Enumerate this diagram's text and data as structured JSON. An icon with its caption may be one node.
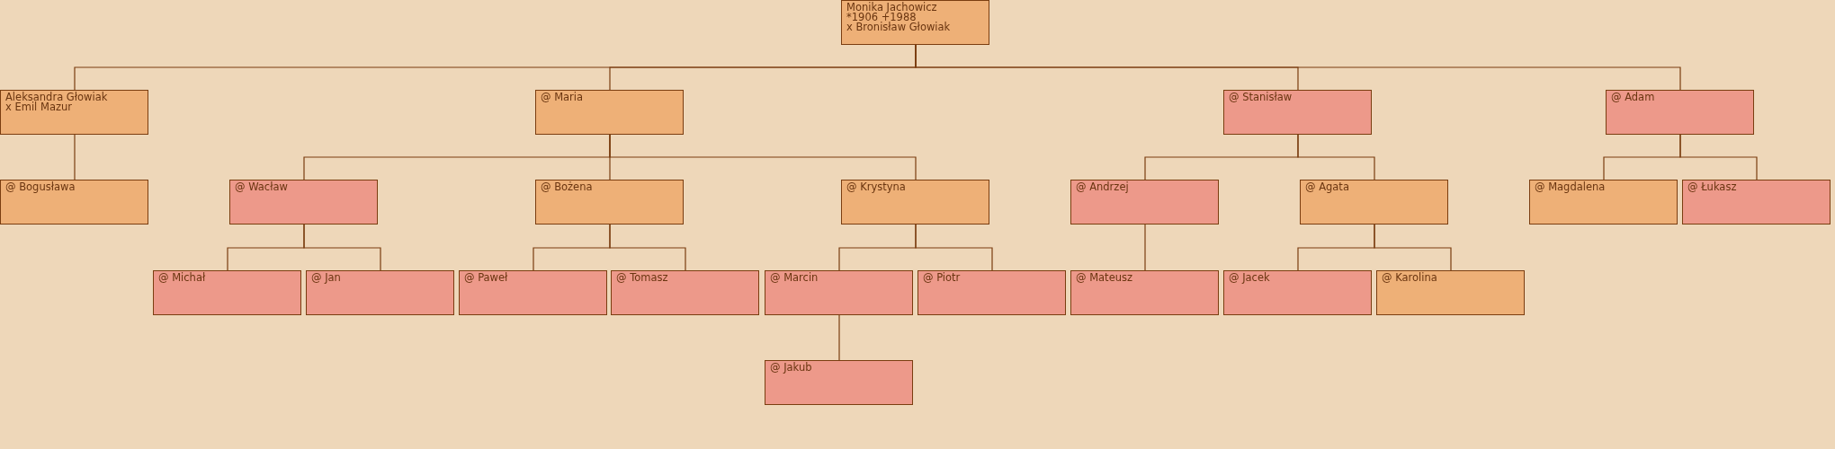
{
  "diagram": {
    "nodes": [
      {
        "text": [
          "Monika Jachowicz",
          "*1906 +1988",
          "x Bronisław Głowiak"
        ]
      },
      {
        "text": [
          "Aleksandra Głowiak",
          "x Emil Mazur"
        ]
      },
      {
        "text": [
          "@ Maria"
        ]
      },
      {
        "text": [
          "@ Stanisław"
        ]
      },
      {
        "text": [
          "@ Adam"
        ]
      },
      {
        "text": [
          "@ Bogusława"
        ]
      },
      {
        "text": [
          "@ Wacław"
        ]
      },
      {
        "text": [
          "@ Bożena"
        ]
      },
      {
        "text": [
          "@ Krystyna"
        ]
      },
      {
        "text": [
          "@ Andrzej"
        ]
      },
      {
        "text": [
          "@ Agata"
        ]
      },
      {
        "text": [
          "@ Magdalena"
        ]
      },
      {
        "text": [
          "@ Łukasz"
        ]
      },
      {
        "text": [
          "@ Michał"
        ]
      },
      {
        "text": [
          "@ Jan"
        ]
      },
      {
        "text": [
          "@ Paweł"
        ]
      },
      {
        "text": [
          "@ Tomasz"
        ]
      },
      {
        "text": [
          "@ Marcin"
        ]
      },
      {
        "text": [
          "@ Piotr"
        ]
      },
      {
        "text": [
          "@ Mateusz"
        ]
      },
      {
        "text": [
          "@ Jacek"
        ]
      },
      {
        "text": [
          "@ Karolina"
        ]
      },
      {
        "text": [
          "@ Jakub"
        ]
      }
    ],
    "edges": [
      {
        "from": 0,
        "to": 1,
        "arrow": "none"
      },
      {
        "from": 0,
        "to": 2,
        "arrow": "none"
      },
      {
        "from": 0,
        "to": 3,
        "arrow": "none"
      },
      {
        "from": 0,
        "to": 4,
        "arrow": "none"
      },
      {
        "from": 1,
        "to": 5,
        "arrow": "none"
      },
      {
        "from": 2,
        "to": 6,
        "arrow": "none"
      },
      {
        "from": 2,
        "to": 7,
        "arrow": "none"
      },
      {
        "from": 2,
        "to": 8,
        "arrow": "none"
      },
      {
        "from": 3,
        "to": 9,
        "arrow": "none"
      },
      {
        "from": 3,
        "to": 10,
        "arrow": "none"
      },
      {
        "from": 4,
        "to": 11,
        "arrow": "none"
      },
      {
        "from": 4,
        "to": 12,
        "arrow": "none"
      },
      {
        "from": 6,
        "to": 13,
        "arrow": "none"
      },
      {
        "from": 6,
        "to": 14,
        "arrow": "none"
      },
      {
        "from": 7,
        "to": 15,
        "arrow": "none"
      },
      {
        "from": 7,
        "to": 16,
        "arrow": "none"
      },
      {
        "from": 8,
        "to": 17,
        "arrow": "none"
      },
      {
        "from": 8,
        "to": 18,
        "arrow": "none"
      },
      {
        "from": 9,
        "to": 19,
        "arrow": "none"
      },
      {
        "from": 10,
        "to": 20,
        "arrow": "none"
      },
      {
        "from": 10,
        "to": 21,
        "arrow": "none"
      },
      {
        "from": 17,
        "to": 22,
        "arrow": "none"
      }
    ]
  }
}
